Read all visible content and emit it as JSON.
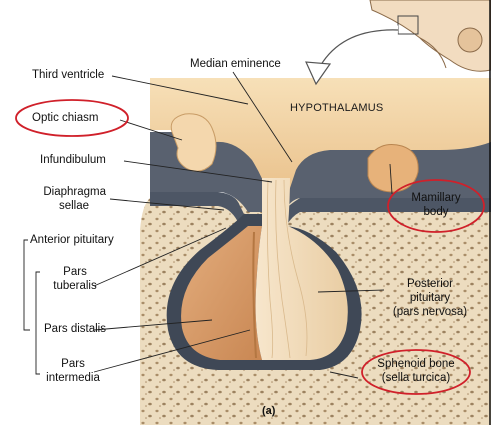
{
  "diagram": {
    "title_region": "HYPOTHALAMUS",
    "labels": {
      "third_ventricle": "Third ventricle",
      "median_eminence": "Median eminence",
      "optic_chiasm": "Optic chiasm",
      "infundibulum": "Infundibulum",
      "diaphragma_line1": "Diaphragma",
      "diaphragma_line2": "sellae",
      "anterior_pituitary": "Anterior pituitary",
      "pars_tuberalis_line1": "Pars",
      "pars_tuberalis_line2": "tuberalis",
      "pars_distalis": "Pars distalis",
      "pars_intermedia_line1": "Pars",
      "pars_intermedia_line2": "intermedia",
      "mamillary_line1": "Mamillary",
      "mamillary_line2": "body",
      "posterior_line1": "Posterior",
      "posterior_line2": "pituitary",
      "posterior_line3": "(pars nervosa)",
      "sphenoid_line1": "Sphenoid bone",
      "sphenoid_line2": "(sella turcica)"
    },
    "figure_label": "(a)",
    "highlight_color": "#d0202a",
    "colors": {
      "hypothalamus": "#f1d3a4",
      "ventricle": "#5b6474",
      "bone": "#ecdcbf",
      "pituitary_anterior": "#d79868",
      "pituitary_posterior": "#f5dfc0"
    }
  }
}
